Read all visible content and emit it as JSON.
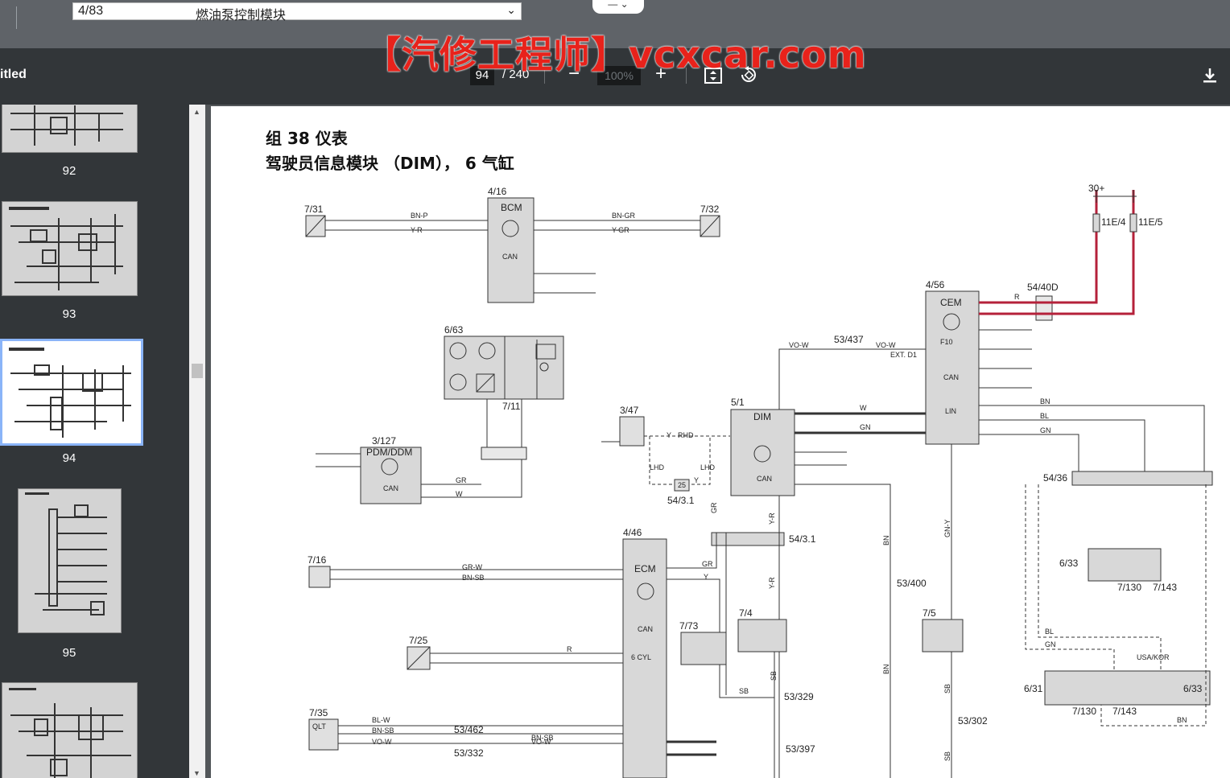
{
  "pdf_select": {
    "page_index": "4/83",
    "document_name": "燃油泵控制模块"
  },
  "watermark": "【汽修工程师】vcxcar.com",
  "viewer": {
    "doc_title": "itled",
    "current_page": "94",
    "total_pages": "/ 240",
    "zoom": "100%",
    "zoom_out_label": "−",
    "zoom_in_label": "+"
  },
  "thumbnails": [
    {
      "label": "92"
    },
    {
      "label": "93"
    },
    {
      "label": "94",
      "selected": true
    },
    {
      "label": "95"
    }
  ],
  "page": {
    "heading1": "组 38 仪表",
    "heading2": "驾驶员信息模块 （DIM）， 6 气缸"
  },
  "diagram": {
    "modules": {
      "bcm": {
        "ref": "4/16",
        "name": "BCM",
        "can": "CAN"
      },
      "gauge": {
        "ref": "6/63",
        "sub_ref": "7/11"
      },
      "pdm": {
        "ref": "3/127",
        "name": "PDM/DDM",
        "can": "CAN"
      },
      "dim": {
        "ref": "5/1",
        "name": "DIM",
        "can": "CAN"
      },
      "cem": {
        "ref": "4/56",
        "name": "CEM",
        "fuse": "F10",
        "ext": "EXT. D1",
        "can": "CAN",
        "lin": "LIN"
      },
      "ecm": {
        "ref": "4/46",
        "name": "ECM",
        "can": "CAN",
        "cyl": "6 CYL"
      }
    },
    "labels": {
      "c731": "7/31",
      "c732": "7/32",
      "c347": "3/47",
      "s25": "54/3.1",
      "s25n": "25",
      "c716": "7/16",
      "c725": "7/25",
      "c735": "7/35",
      "qlt": "QLT",
      "c773": "7/73",
      "c74": "7/4",
      "c75": "7/5",
      "s53437": "53/437",
      "s53462": "53/462",
      "s53332": "53/332",
      "s53400": "53/400",
      "s53329": "53/329",
      "s53397": "53/397",
      "s53302": "53/302",
      "c5431": "54/3.1",
      "c5436": "54/36",
      "c5440d": "54/40D",
      "p30": "30+",
      "f11e4": "11E/4",
      "f11e5": "11E/5",
      "c633a": "6/33",
      "c7130a": "7/130",
      "c7143a": "7/143",
      "c631": "6/31",
      "c633b": "6/33",
      "c7130b": "7/130",
      "c7143b": "7/143",
      "usakor": "USA/KOR"
    },
    "wires": {
      "bnp": "BN-P",
      "yr": "Y-R",
      "bngr": "BN-GR",
      "ygr": "Y-GR",
      "vow": "VO-W",
      "vow2": "VO-W",
      "w": "W",
      "gn": "GN",
      "bn": "BN",
      "bl": "BL",
      "gn2": "GN",
      "rhd": "RHD",
      "lhd": "LHD",
      "lhd2": "LHD",
      "y": "Y",
      "y2": "Y",
      "gr": "GR",
      "grw": "GR-W",
      "bnsb": "BN-SB",
      "r": "R",
      "w2": "W",
      "blw": "BL-W",
      "bnsb2": "BN-SB",
      "vow3": "VO-W",
      "bnsb3": "BN-SB",
      "vow4": "VO-W",
      "yr2": "Y-R",
      "yr3": "Y-R",
      "gny": "GN-Y",
      "sb": "SB",
      "bn2": "BN",
      "bn3": "BN",
      "grv": "GR",
      "gr2": "GR",
      "y3": "Y",
      "sb2": "SB",
      "sb3": "SB",
      "sb4": "SB",
      "bl2": "BL",
      "gn3": "GN",
      "bn4": "BN",
      "rr": "R"
    }
  }
}
